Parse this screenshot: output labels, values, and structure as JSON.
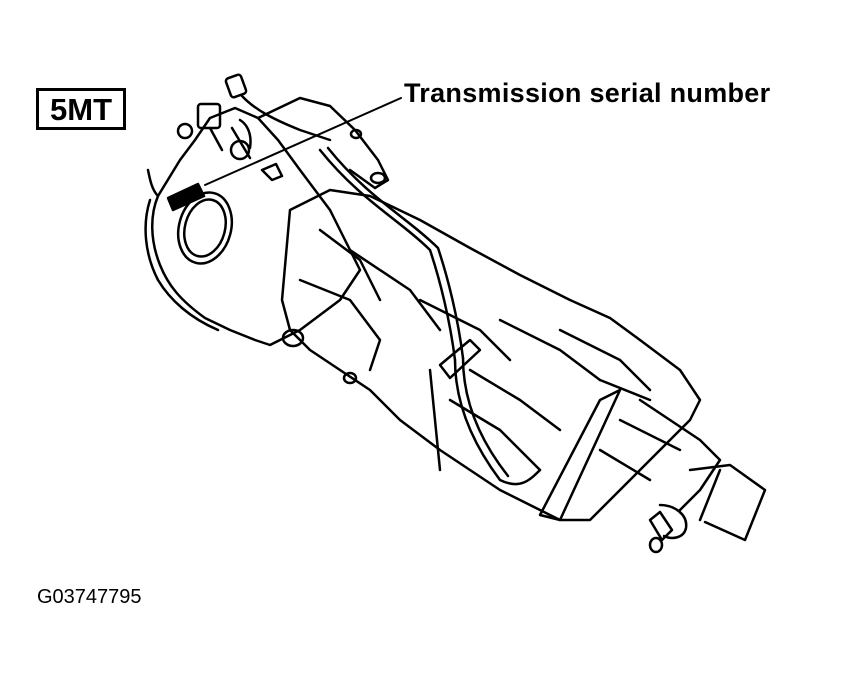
{
  "diagram": {
    "badge_label": "5MT",
    "callout_label": "Transmission serial number",
    "figure_id": "G03747795",
    "colors": {
      "line": "#000000",
      "background": "#ffffff"
    }
  }
}
